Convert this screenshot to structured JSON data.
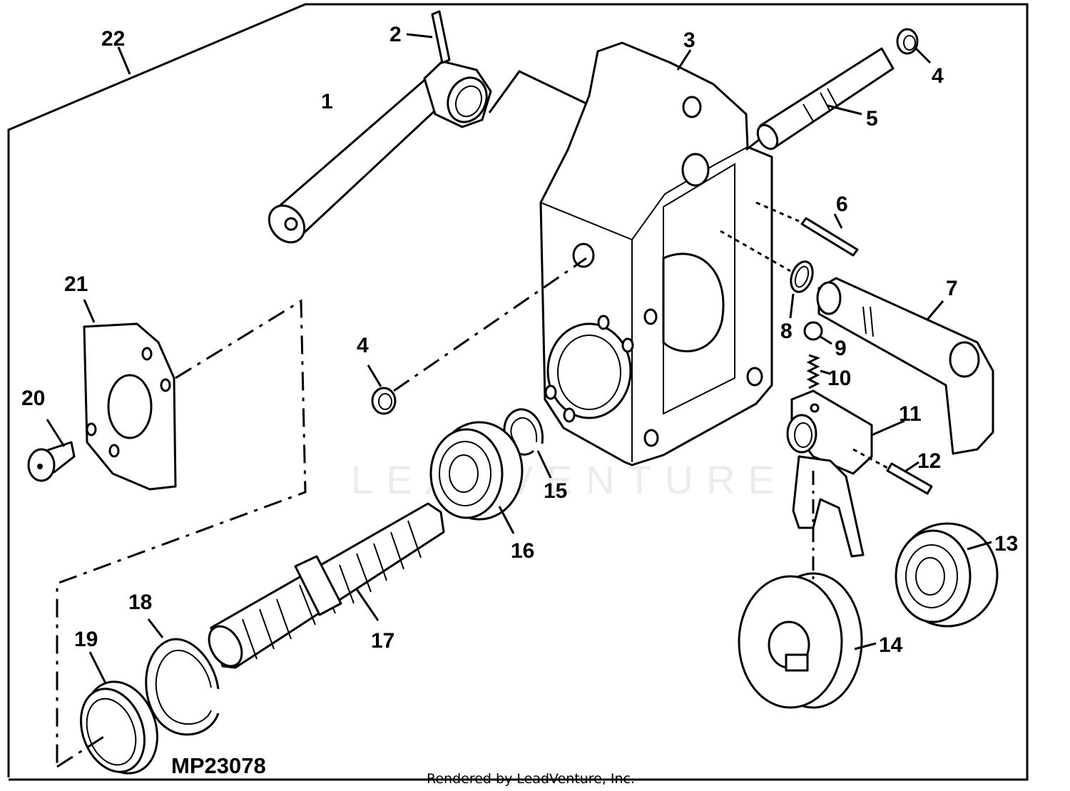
{
  "diagram_code": "MP23078",
  "credit": "Rendered by LeadVenture, Inc.",
  "watermark": "LEADVENTURE",
  "callouts": [
    "1",
    "2",
    "3",
    "4",
    "5",
    "6",
    "7",
    "8",
    "9",
    "10",
    "11",
    "12",
    "13",
    "14",
    "15",
    "16",
    "17",
    "18",
    "19",
    "20",
    "21",
    "22"
  ]
}
